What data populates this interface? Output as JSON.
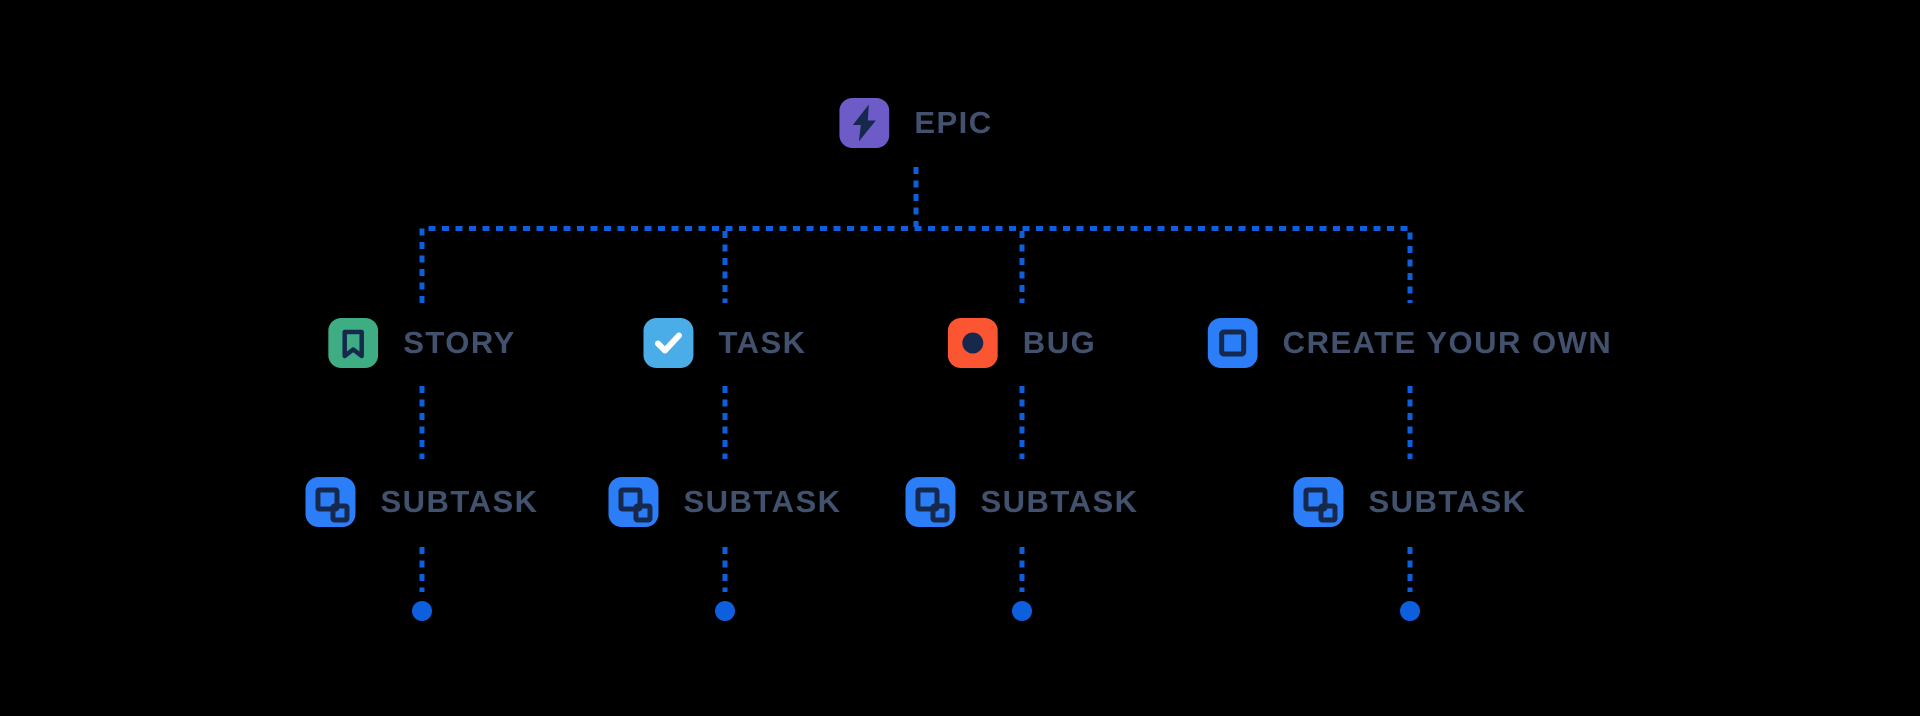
{
  "diagram_name": "issue-type-hierarchy",
  "colors": {
    "background": "#000000",
    "connector": "#0E5FDD",
    "label": "#42526E",
    "glyph": "#16294D",
    "epic": "#6D5BC7",
    "story": "#3EAD84",
    "task": "#4BADE8",
    "bug": "#FB5532",
    "subtask": "#2B7EF7",
    "check": "#FFFFFF"
  },
  "root": {
    "label": "EPIC",
    "icon": "epic-icon"
  },
  "columns": [
    {
      "item": {
        "label": "STORY",
        "icon": "story-icon"
      },
      "child": {
        "label": "SUBTASK",
        "icon": "subtask-icon"
      }
    },
    {
      "item": {
        "label": "TASK",
        "icon": "task-icon"
      },
      "child": {
        "label": "SUBTASK",
        "icon": "subtask-icon"
      }
    },
    {
      "item": {
        "label": "BUG",
        "icon": "bug-icon"
      },
      "child": {
        "label": "SUBTASK",
        "icon": "subtask-icon"
      }
    },
    {
      "item": {
        "label": "CREATE YOUR OWN",
        "icon": "create-your-own-icon"
      },
      "child": {
        "label": "SUBTASK",
        "icon": "subtask-icon"
      }
    }
  ]
}
